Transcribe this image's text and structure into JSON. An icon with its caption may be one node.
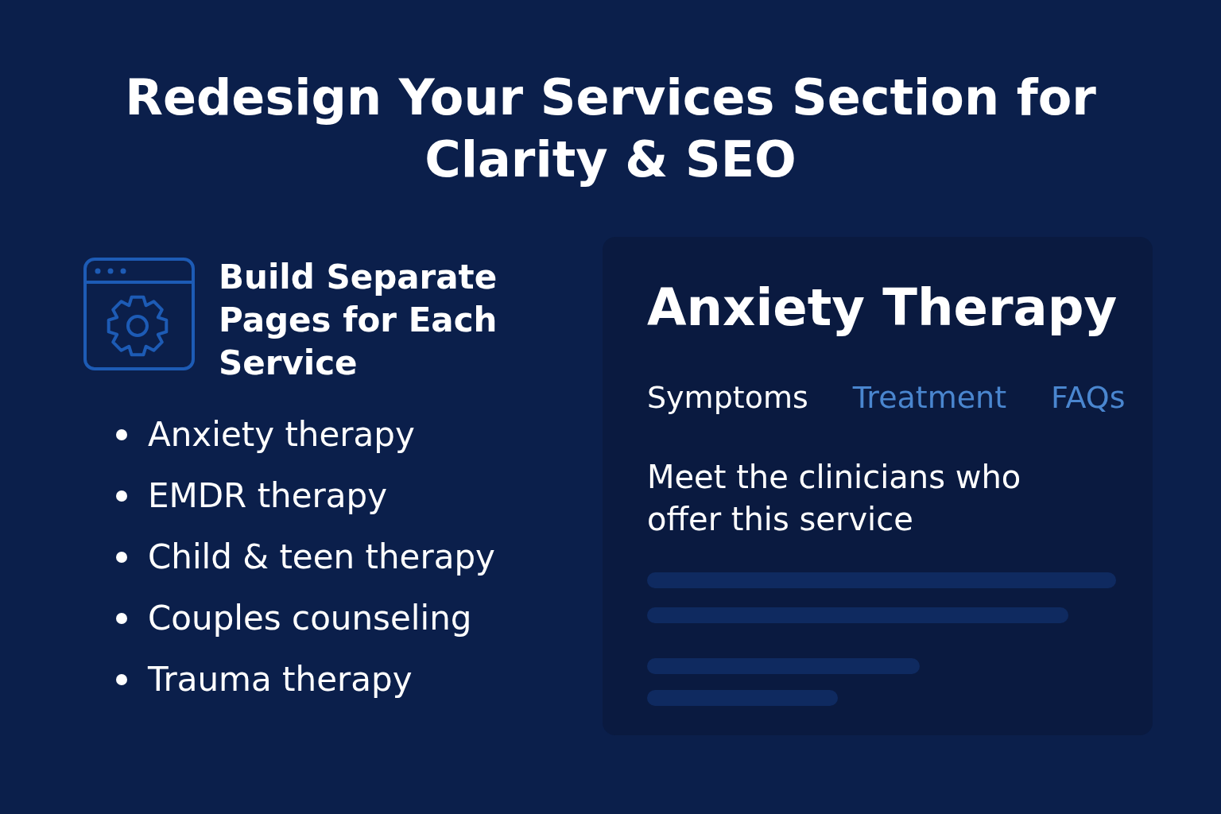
{
  "diagram": {
    "title": "Redesign Your Services Section for Clarity & SEO",
    "nodes": [
      {
        "text": [
          "Anxiety Therapy",
          "Symptoms",
          "Treatment",
          "FAQs",
          "Meet the clinicians who offer this service"
        ]
      }
    ],
    "labels": [
      "Build Separate Pages for Each Service",
      "Anxiety therapy",
      "EMDR therapy",
      "Child & teen therapy",
      "Couples counseling",
      "Trauma therapy"
    ]
  }
}
